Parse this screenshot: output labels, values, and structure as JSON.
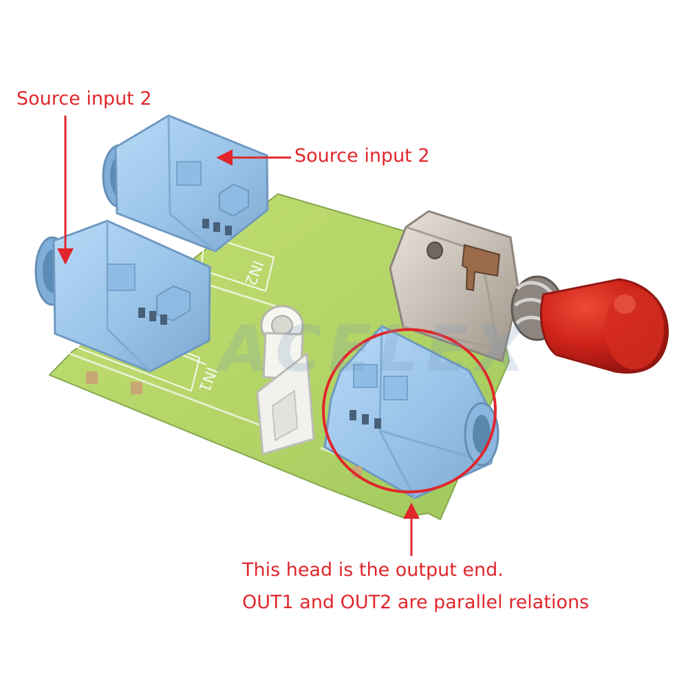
{
  "annotations": {
    "left_label": "Source input 2",
    "right_label": "Source input 2",
    "output_note_line1": "This head is the output end.",
    "output_note_line2": "OUT1 and OUT2 are parallel relations",
    "text_color": "#e0262b"
  },
  "board": {
    "silkscreen_in1": "IN1",
    "silkscreen_in2": "IN2",
    "watermark": "ACELEX",
    "pcb_color": "#b9d86a",
    "jack_color": "#9ec7ea",
    "button_cap_color": "#c92018",
    "connector_color": "#f2f2f2"
  }
}
